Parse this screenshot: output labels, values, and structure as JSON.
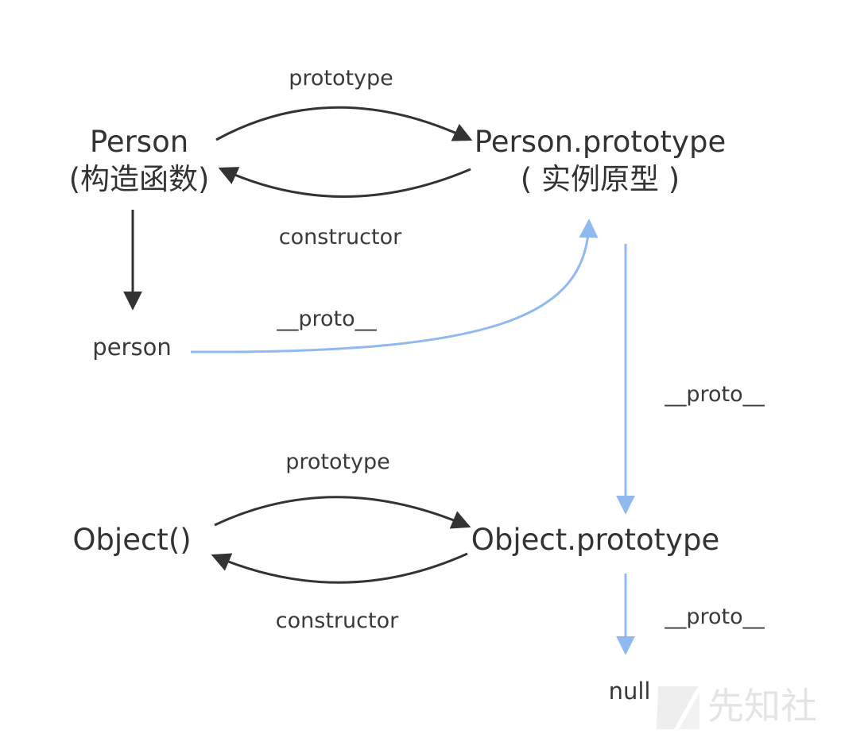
{
  "nodes": {
    "person_constructor": {
      "line1": "Person",
      "line2": "(构造函数)"
    },
    "person_prototype": {
      "line1": "Person.prototype",
      "line2": "( 实例原型 )"
    },
    "person_instance": {
      "label": "person"
    },
    "object_constructor": {
      "label": "Object()"
    },
    "object_prototype": {
      "label": "Object.prototype"
    },
    "null": {
      "label": "null"
    }
  },
  "edges": {
    "person_prototype_label": "prototype",
    "person_constructor_label": "constructor",
    "person_proto_label": "__proto__",
    "person_prototype_proto_label": "__proto__",
    "object_prototype_label": "prototype",
    "object_constructor_label": "constructor",
    "object_prototype_proto_label": "__proto__"
  },
  "colors": {
    "dark_arrow": "#333333",
    "blue_arrow": "#8fb9ef",
    "text": "#333333"
  },
  "watermark": {
    "text": "先知社",
    "icon": "xianzhi-logo-icon"
  }
}
